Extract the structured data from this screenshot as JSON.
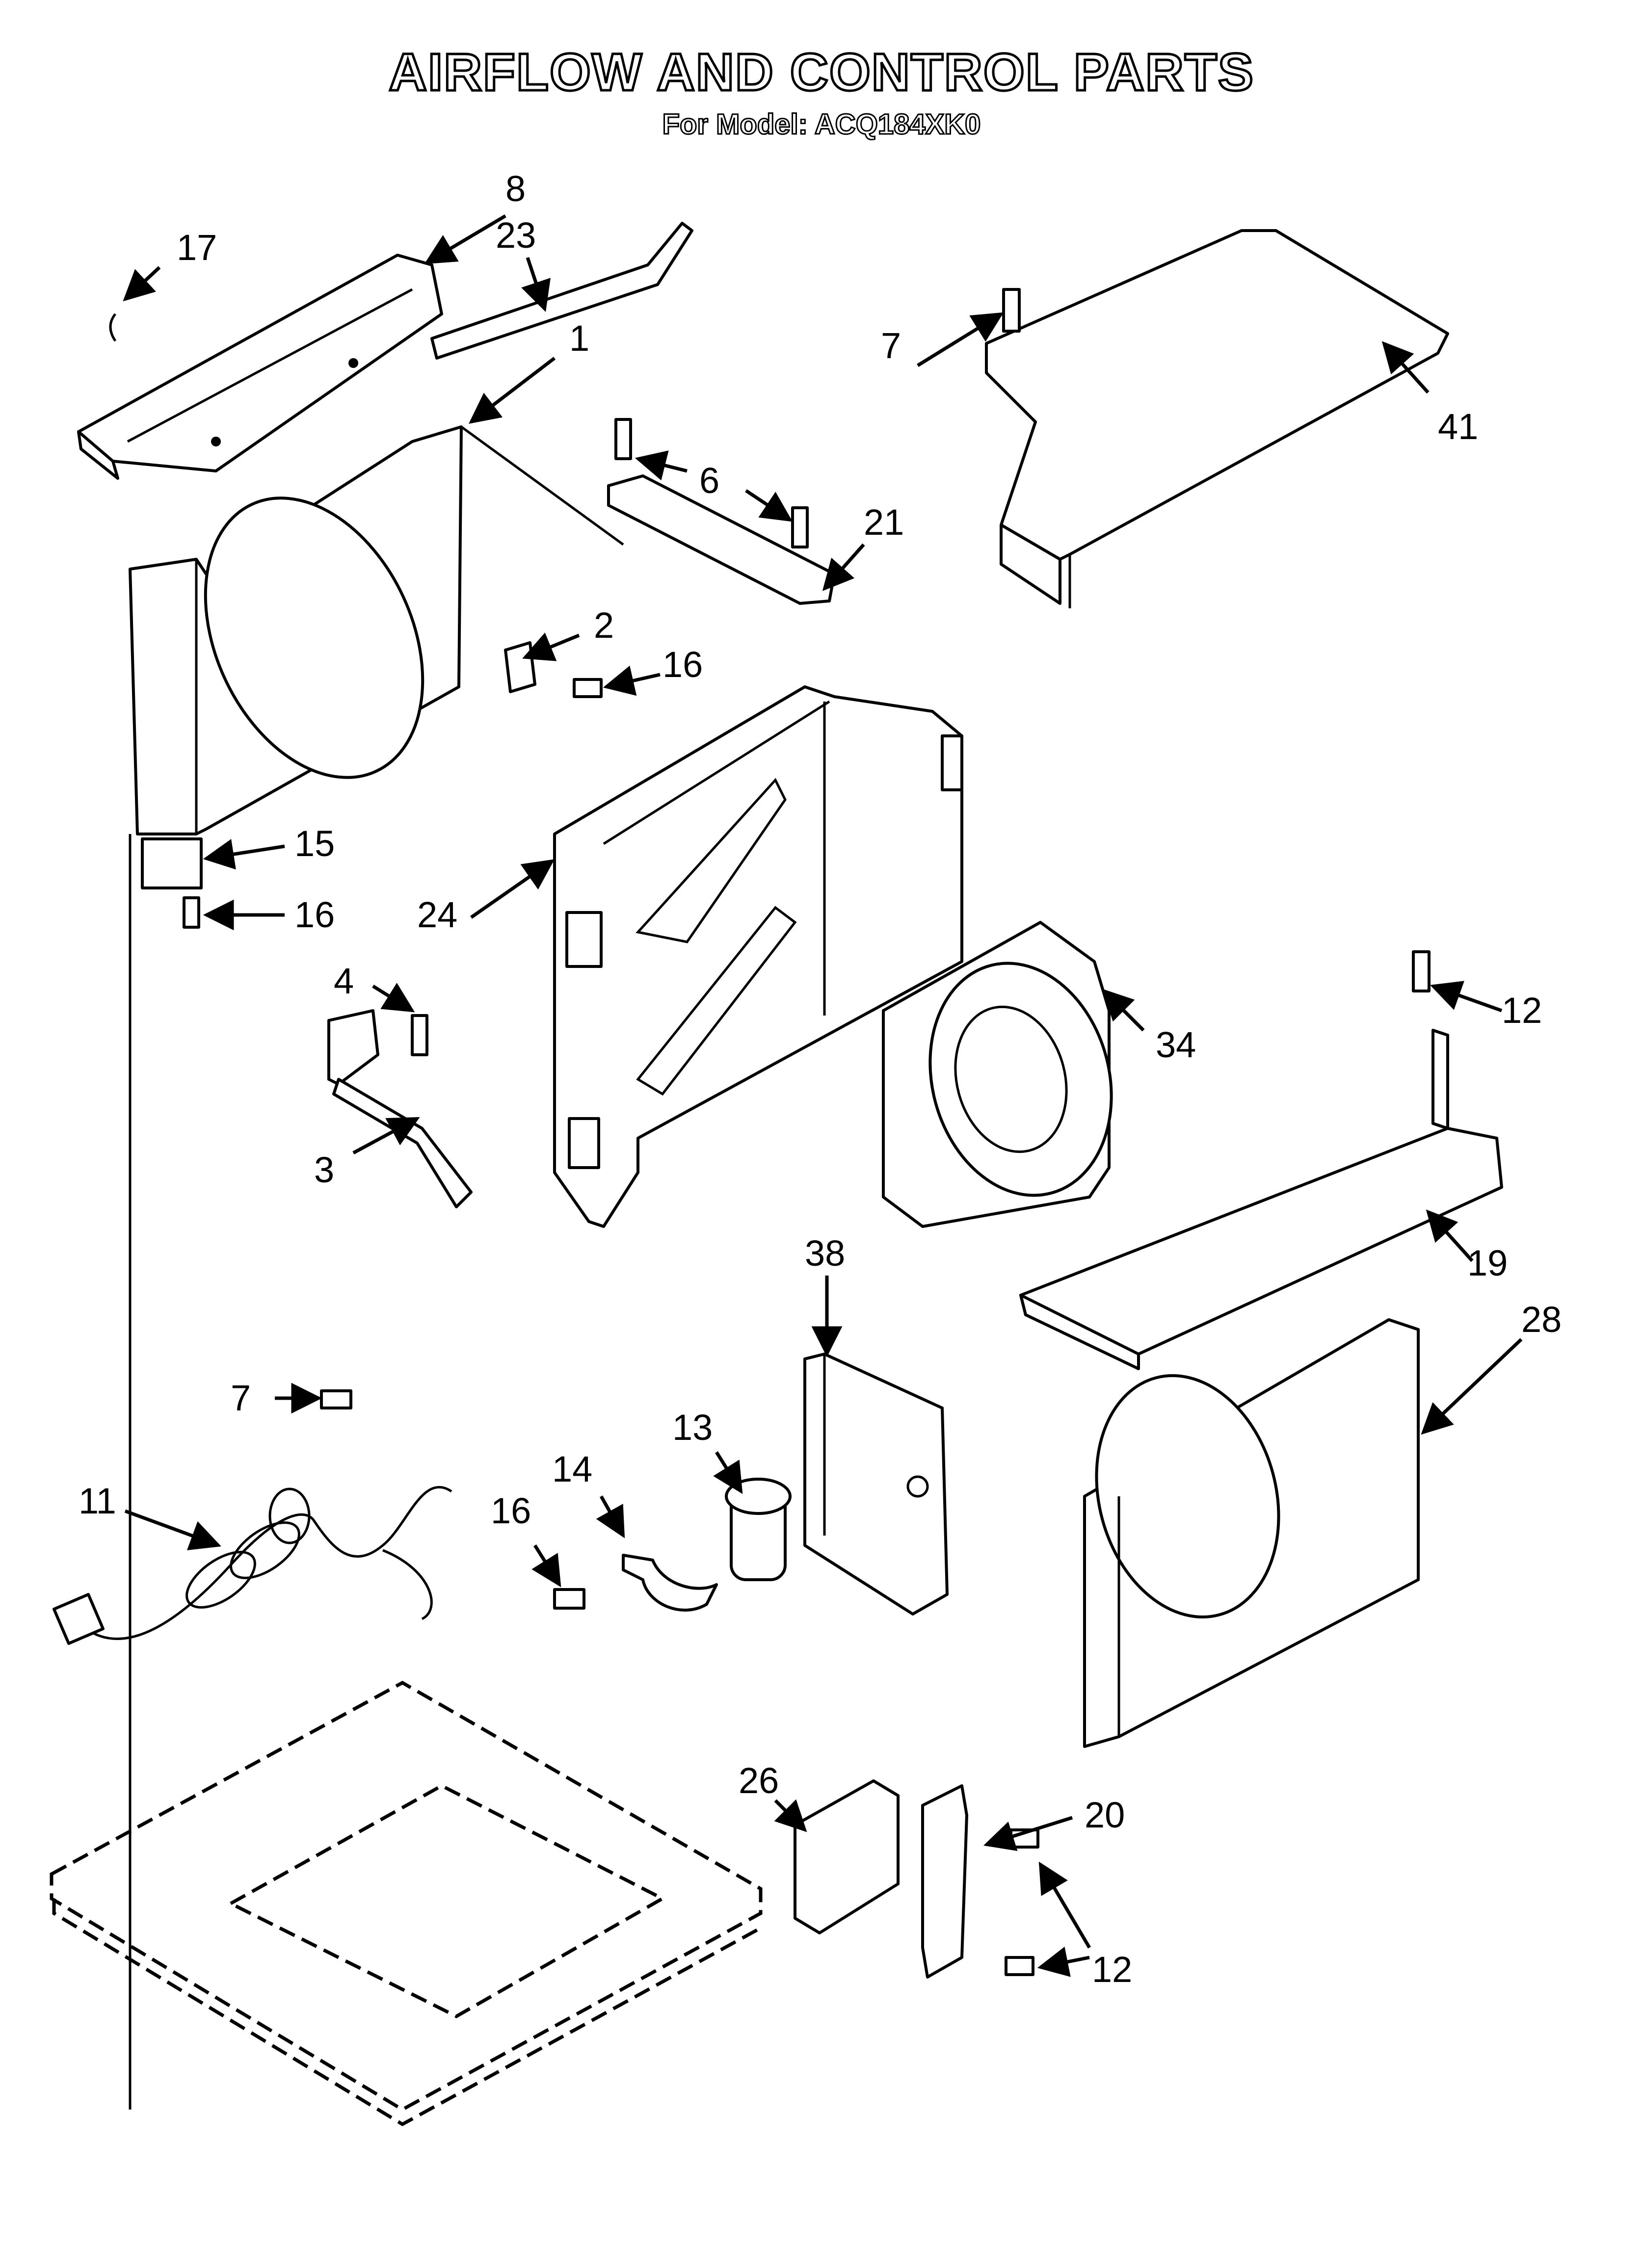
{
  "header": {
    "title": "AIRFLOW AND CONTROL PARTS",
    "subtitle": "For Model: ACQ184XK0"
  },
  "callouts": [
    {
      "id": "c-17a",
      "label": "17"
    },
    {
      "id": "c-8",
      "label": "8"
    },
    {
      "id": "c-23",
      "label": "23"
    },
    {
      "id": "c-1",
      "label": "1"
    },
    {
      "id": "c-6",
      "label": "6"
    },
    {
      "id": "c-21",
      "label": "21"
    },
    {
      "id": "c-7a",
      "label": "7"
    },
    {
      "id": "c-41",
      "label": "41"
    },
    {
      "id": "c-2",
      "label": "2"
    },
    {
      "id": "c-16a",
      "label": "16"
    },
    {
      "id": "c-15",
      "label": "15"
    },
    {
      "id": "c-16b",
      "label": "16"
    },
    {
      "id": "c-24",
      "label": "24"
    },
    {
      "id": "c-4",
      "label": "4"
    },
    {
      "id": "c-3",
      "label": "3"
    },
    {
      "id": "c-34",
      "label": "34"
    },
    {
      "id": "c-12a",
      "label": "12"
    },
    {
      "id": "c-19",
      "label": "19"
    },
    {
      "id": "c-38",
      "label": "38"
    },
    {
      "id": "c-28",
      "label": "28"
    },
    {
      "id": "c-7b",
      "label": "7"
    },
    {
      "id": "c-13",
      "label": "13"
    },
    {
      "id": "c-14",
      "label": "14"
    },
    {
      "id": "c-16c",
      "label": "16"
    },
    {
      "id": "c-11",
      "label": "11"
    },
    {
      "id": "c-26",
      "label": "26"
    },
    {
      "id": "c-20",
      "label": "20"
    },
    {
      "id": "c-12b",
      "label": "12"
    }
  ]
}
